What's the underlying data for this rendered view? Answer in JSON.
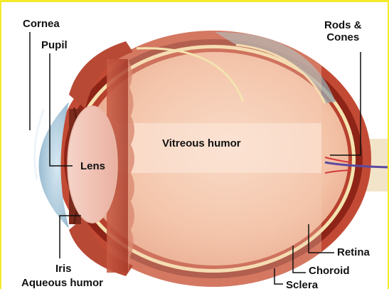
{
  "labels": {
    "cornea": "Cornea",
    "pupil": "Pupil",
    "lens": "Lens",
    "vitreous": "Vitreous humor",
    "rods_cones": "Rods &\nCones",
    "iris": "Iris",
    "aqueous": "Aqueous humor",
    "retina": "Retina",
    "choroid": "Choroid",
    "sclera": "Sclera"
  },
  "colors": {
    "frame": "#f3ea2a",
    "sclera_outer": "#b63a2a",
    "choroid": "#8e2417",
    "retina": "#f4e3b0",
    "vitreous": "#f2c4a8",
    "cornea": "#a9c9dd",
    "lens": "#f0c1b3",
    "optic_nerve": "#f3e3c4",
    "leader_line": "#111111"
  }
}
